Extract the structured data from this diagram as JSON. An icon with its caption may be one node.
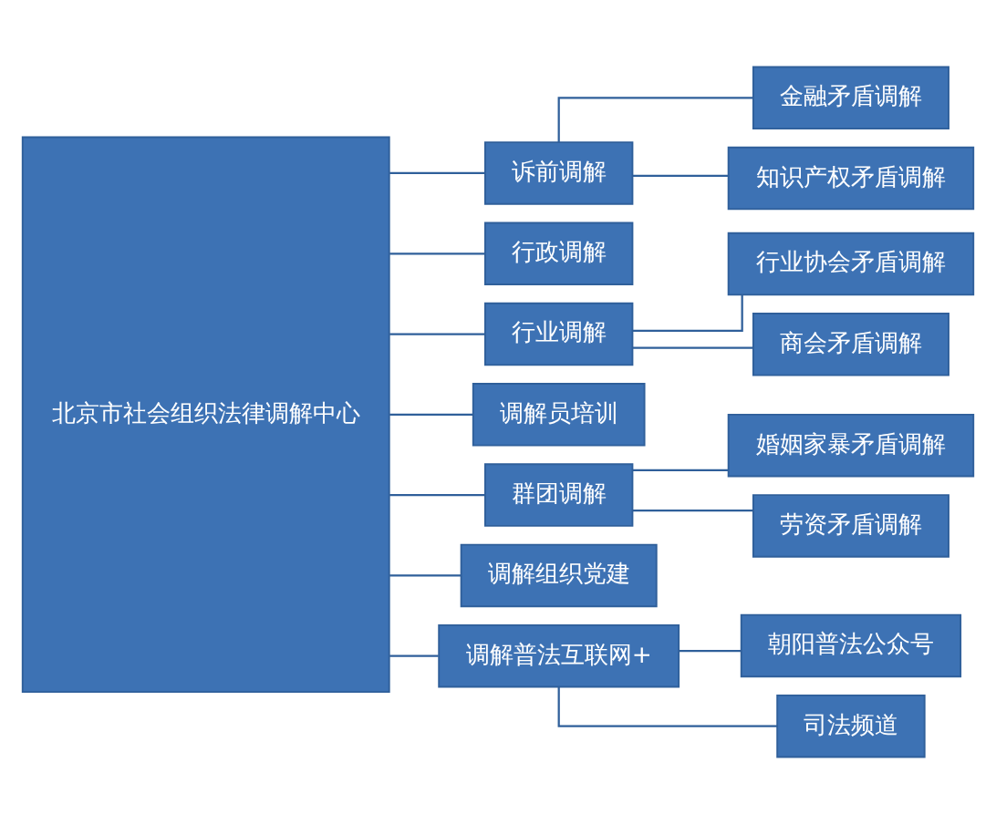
{
  "diagram": {
    "nodes": [
      {
        "text": [
          "北京市社会组织法律调解中心"
        ]
      },
      {
        "text": [
          "诉前调解"
        ]
      },
      {
        "text": [
          "金融矛盾调解"
        ]
      },
      {
        "text": [
          "知识产权矛盾调解"
        ]
      },
      {
        "text": [
          "行政调解"
        ]
      },
      {
        "text": [
          "行业调解"
        ]
      },
      {
        "text": [
          "行业协会矛盾调解"
        ]
      },
      {
        "text": [
          "商会矛盾调解"
        ]
      },
      {
        "text": [
          "调解员培训"
        ]
      },
      {
        "text": [
          "群团调解"
        ]
      },
      {
        "text": [
          "婚姻家暴矛盾调解"
        ]
      },
      {
        "text": [
          "劳资矛盾调解"
        ]
      },
      {
        "text": [
          "调解组织党建"
        ]
      },
      {
        "text": [
          "调解普法互联网+"
        ]
      },
      {
        "text": [
          "朝阳普法公众号"
        ]
      },
      {
        "text": [
          "司法频道"
        ]
      }
    ],
    "edges": [
      {
        "from": 0,
        "to": 1,
        "arrow": "none"
      },
      {
        "from": 0,
        "to": 4,
        "arrow": "none"
      },
      {
        "from": 0,
        "to": 5,
        "arrow": "none"
      },
      {
        "from": 0,
        "to": 8,
        "arrow": "none"
      },
      {
        "from": 0,
        "to": 9,
        "arrow": "none"
      },
      {
        "from": 0,
        "to": 12,
        "arrow": "none"
      },
      {
        "from": 0,
        "to": 13,
        "arrow": "none"
      },
      {
        "from": 1,
        "to": 2,
        "arrow": "none"
      },
      {
        "from": 1,
        "to": 3,
        "arrow": "none"
      },
      {
        "from": 5,
        "to": 6,
        "arrow": "none"
      },
      {
        "from": 5,
        "to": 7,
        "arrow": "none"
      },
      {
        "from": 9,
        "to": 10,
        "arrow": "none"
      },
      {
        "from": 9,
        "to": 11,
        "arrow": "none"
      },
      {
        "from": 13,
        "to": 14,
        "arrow": "none"
      },
      {
        "from": 13,
        "to": 15,
        "arrow": "none"
      }
    ]
  }
}
